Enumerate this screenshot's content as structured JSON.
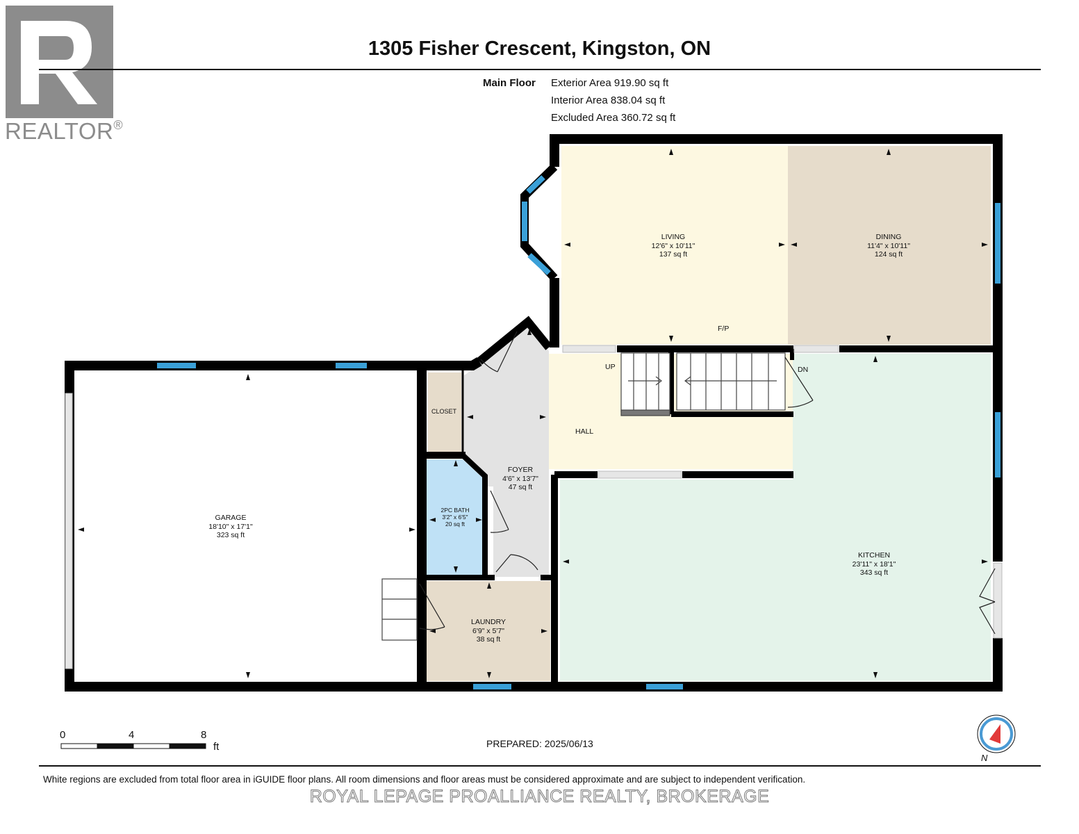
{
  "logo": {
    "text": "REALTOR",
    "mark": "®"
  },
  "title": "1305 Fisher Crescent, Kingston, ON",
  "floor": {
    "name": "Main Floor",
    "exterior": "Exterior Area 919.90 sq ft",
    "interior": "Interior Area 838.04 sq ft",
    "excluded": "Excluded Area 360.72 sq ft"
  },
  "rooms": {
    "living": {
      "name": "LIVING",
      "dims": "12'6\" x 10'11\"",
      "area": "137 sq ft"
    },
    "dining": {
      "name": "DINING",
      "dims": "11'4\" x 10'11\"",
      "area": "124 sq ft"
    },
    "garage": {
      "name": "GARAGE",
      "dims": "18'10\" x 17'1\"",
      "area": "323 sq ft"
    },
    "foyer": {
      "name": "FOYER",
      "dims": "4'6\" x 13'7\"",
      "area": "47 sq ft"
    },
    "bath": {
      "name": "2PC BATH",
      "dims": "3'2\" x 6'5\"",
      "area": "20 sq ft"
    },
    "laundry": {
      "name": "LAUNDRY",
      "dims": "6'9\" x 5'7\"",
      "area": "38 sq ft"
    },
    "kitchen": {
      "name": "KITCHEN",
      "dims": "23'11\" x 18'1\"",
      "area": "343 sq ft"
    },
    "hall": {
      "name": "HALL"
    },
    "closet": {
      "name": "CLOSET"
    }
  },
  "labels": {
    "fp": "F/P",
    "up": "UP",
    "dn": "DN"
  },
  "scale": {
    "ticks": [
      "0",
      "4",
      "8"
    ],
    "unit": "ft"
  },
  "compass": {
    "label": "N"
  },
  "prepared": "PREPARED: 2025/06/13",
  "disclaimer": "White regions are excluded from total floor area in iGUIDE floor plans. All room dimensions and floor areas must be considered approximate and are subject to independent verification.",
  "brokerage": "ROYAL LEPAGE PROALLIANCE REALTY, BROKERAGE",
  "colors": {
    "wall": "#000000",
    "window": "#3aa0d8",
    "living": "#fdf8e1",
    "dining": "#e6dccb",
    "kitchen": "#e4f3ea",
    "hall": "#fdf8e1",
    "foyer": "#e3e3e3",
    "bath": "#bfe1f6",
    "laundry": "#e6dccb",
    "closet": "#e6dccb"
  }
}
